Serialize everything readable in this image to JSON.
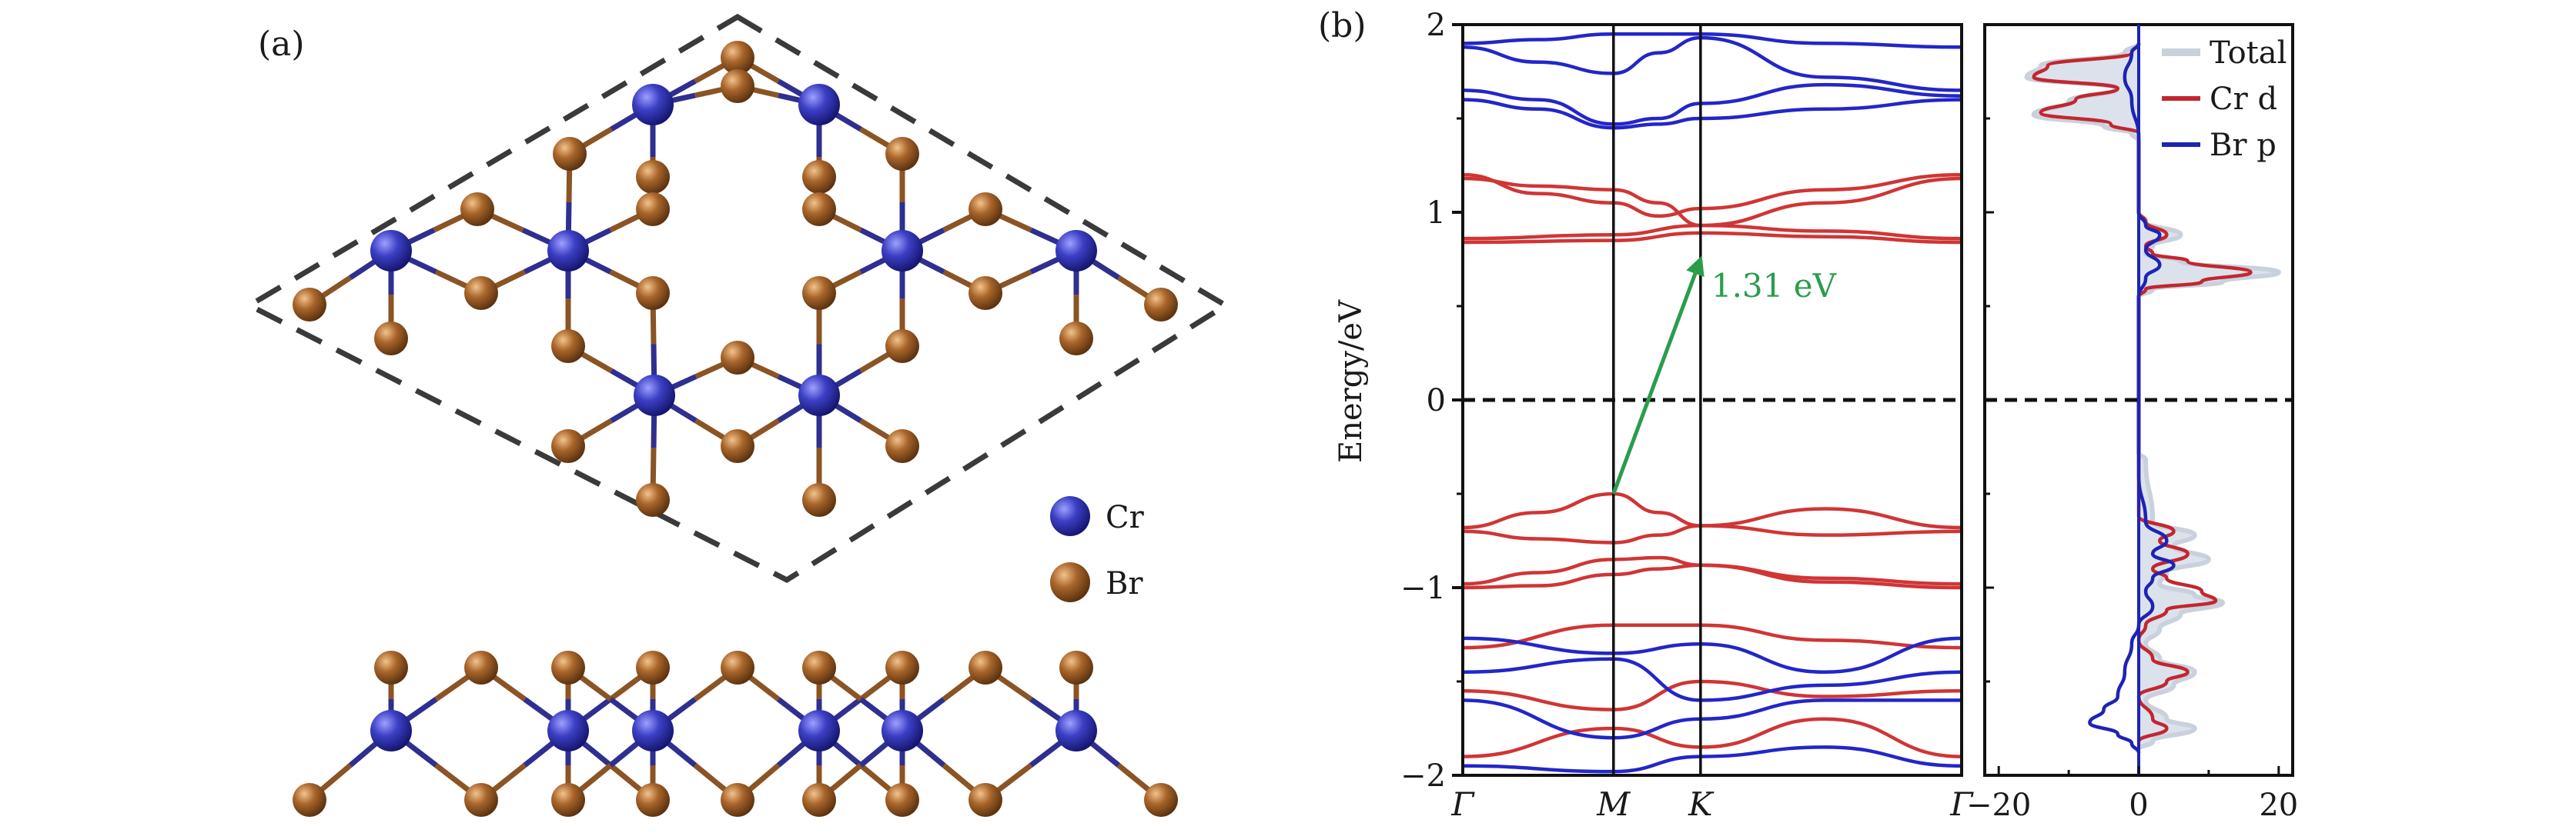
{
  "panel_a": {
    "label": "(a)",
    "legend": [
      {
        "name": "Cr",
        "color": "#2d2fa6"
      },
      {
        "name": "Br",
        "color": "#9a5a23"
      }
    ]
  },
  "panel_b": {
    "label": "(b)",
    "ylabel": "Energy/eV",
    "gap_annotation": "1.31 eV",
    "gap_color": "#2a9d4c",
    "band_colors": {
      "spin_up": "#d03535",
      "spin_down": "#2326c8"
    }
  },
  "chart_data": [
    {
      "type": "line",
      "ylabel": "Energy/eV",
      "ylim": [
        -2,
        2
      ],
      "yticks": [
        "2",
        "1",
        "0",
        "−1",
        "−2"
      ],
      "kpath_labels": [
        "Γ",
        "M",
        "K",
        "Γ"
      ],
      "kpath": [
        0,
        1,
        1.5774,
        3.3094
      ],
      "fermi_level": 0,
      "series": [
        {
          "color": "#d03535",
          "points": [
            [
              0,
              1.2
            ],
            [
              0.5,
              1.1
            ],
            [
              1,
              1.05
            ],
            [
              1.3,
              0.98
            ],
            [
              1.5774,
              1.02
            ],
            [
              2.4,
              1.12
            ],
            [
              3.3094,
              1.2
            ]
          ]
        },
        {
          "color": "#d03535",
          "points": [
            [
              0,
              1.18
            ],
            [
              0.5,
              1.14
            ],
            [
              1,
              1.12
            ],
            [
              1.3,
              1.05
            ],
            [
              1.5774,
              0.93
            ],
            [
              2.4,
              1.05
            ],
            [
              3.3094,
              1.18
            ]
          ]
        },
        {
          "color": "#d03535",
          "points": [
            [
              0,
              0.86
            ],
            [
              1,
              0.88
            ],
            [
              1.5774,
              0.93
            ],
            [
              2.4,
              0.9
            ],
            [
              3.3094,
              0.86
            ]
          ]
        },
        {
          "color": "#d03535",
          "points": [
            [
              0,
              0.84
            ],
            [
              1,
              0.85
            ],
            [
              1.5774,
              0.89
            ],
            [
              2.4,
              0.87
            ],
            [
              3.3094,
              0.84
            ]
          ]
        },
        {
          "color": "#d03535",
          "points": [
            [
              0,
              -0.68
            ],
            [
              0.5,
              -0.6
            ],
            [
              1,
              -0.5
            ],
            [
              1.3,
              -0.6
            ],
            [
              1.5774,
              -0.67
            ],
            [
              2.4,
              -0.58
            ],
            [
              3.3094,
              -0.68
            ]
          ]
        },
        {
          "color": "#d03535",
          "points": [
            [
              0,
              -0.7
            ],
            [
              0.5,
              -0.74
            ],
            [
              1,
              -0.76
            ],
            [
              1.3,
              -0.72
            ],
            [
              1.5774,
              -0.67
            ],
            [
              2.4,
              -0.72
            ],
            [
              3.3094,
              -0.7
            ]
          ]
        },
        {
          "color": "#d03535",
          "points": [
            [
              0,
              -0.98
            ],
            [
              0.5,
              -0.92
            ],
            [
              1,
              -0.85
            ],
            [
              1.3,
              -0.84
            ],
            [
              1.5774,
              -0.88
            ],
            [
              2.4,
              -0.95
            ],
            [
              3.3094,
              -0.98
            ]
          ]
        },
        {
          "color": "#d03535",
          "points": [
            [
              0,
              -1.0
            ],
            [
              0.5,
              -0.99
            ],
            [
              1,
              -0.93
            ],
            [
              1.3,
              -0.9
            ],
            [
              1.5774,
              -0.88
            ],
            [
              2.4,
              -0.97
            ],
            [
              3.3094,
              -1.0
            ]
          ]
        },
        {
          "color": "#d03535",
          "points": [
            [
              0,
              -1.32
            ],
            [
              1,
              -1.2
            ],
            [
              1.5774,
              -1.2
            ],
            [
              2.4,
              -1.28
            ],
            [
              3.3094,
              -1.32
            ]
          ]
        },
        {
          "color": "#d03535",
          "points": [
            [
              0,
              -1.55
            ],
            [
              1,
              -1.65
            ],
            [
              1.5774,
              -1.5
            ],
            [
              2.4,
              -1.58
            ],
            [
              3.3094,
              -1.55
            ]
          ]
        },
        {
          "color": "#d03535",
          "points": [
            [
              0,
              -1.9
            ],
            [
              1,
              -1.75
            ],
            [
              1.5774,
              -1.85
            ],
            [
              2.4,
              -1.7
            ],
            [
              3.3094,
              -1.9
            ]
          ]
        },
        {
          "color": "#2326c8",
          "points": [
            [
              0,
              1.9
            ],
            [
              0.5,
              1.92
            ],
            [
              1,
              1.95
            ],
            [
              1.5774,
              1.95
            ],
            [
              2.4,
              1.9
            ],
            [
              3.3094,
              1.88
            ]
          ]
        },
        {
          "color": "#2326c8",
          "points": [
            [
              0,
              1.88
            ],
            [
              0.5,
              1.8
            ],
            [
              1,
              1.74
            ],
            [
              1.3,
              1.85
            ],
            [
              1.5774,
              1.93
            ],
            [
              2.4,
              1.72
            ],
            [
              3.3094,
              1.65
            ]
          ]
        },
        {
          "color": "#2326c8",
          "points": [
            [
              0,
              1.65
            ],
            [
              0.5,
              1.6
            ],
            [
              1,
              1.47
            ],
            [
              1.3,
              1.5
            ],
            [
              1.5774,
              1.58
            ],
            [
              2.4,
              1.68
            ],
            [
              3.3094,
              1.62
            ]
          ]
        },
        {
          "color": "#2326c8",
          "points": [
            [
              0,
              1.6
            ],
            [
              0.5,
              1.55
            ],
            [
              1,
              1.45
            ],
            [
              1.3,
              1.47
            ],
            [
              1.5774,
              1.5
            ],
            [
              2.4,
              1.55
            ],
            [
              3.3094,
              1.6
            ]
          ]
        },
        {
          "color": "#2326c8",
          "points": [
            [
              0,
              -1.27
            ],
            [
              1,
              -1.35
            ],
            [
              1.5774,
              -1.3
            ],
            [
              2.4,
              -1.45
            ],
            [
              3.3094,
              -1.27
            ]
          ]
        },
        {
          "color": "#2326c8",
          "points": [
            [
              0,
              -1.45
            ],
            [
              1,
              -1.38
            ],
            [
              1.5774,
              -1.6
            ],
            [
              2.4,
              -1.52
            ],
            [
              3.3094,
              -1.45
            ]
          ]
        },
        {
          "color": "#2326c8",
          "points": [
            [
              0,
              -1.6
            ],
            [
              1,
              -1.8
            ],
            [
              1.5774,
              -1.7
            ],
            [
              2.4,
              -1.6
            ],
            [
              3.3094,
              -1.6
            ]
          ]
        },
        {
          "color": "#2326c8",
          "points": [
            [
              0,
              -1.95
            ],
            [
              1,
              -1.98
            ],
            [
              1.5774,
              -1.9
            ],
            [
              2.4,
              -1.85
            ],
            [
              3.3094,
              -1.95
            ]
          ]
        }
      ],
      "gap_arrow": {
        "from": [
          1,
          -0.5
        ],
        "to": [
          1.5774,
          0.84
        ],
        "label": "1.31 eV"
      }
    },
    {
      "type": "area",
      "xlim": [
        -22,
        22
      ],
      "xticks": [
        "−20",
        "0",
        "20"
      ],
      "ylim": [
        -2,
        2
      ],
      "fermi_level": 0,
      "series": [
        {
          "name": "Total",
          "color": "#c9d1dc",
          "points": [
            [
              0,
              1.9
            ],
            [
              -2,
              1.85
            ],
            [
              -14,
              1.78
            ],
            [
              -16,
              1.72
            ],
            [
              -3,
              1.66
            ],
            [
              -10,
              1.59
            ],
            [
              -15,
              1.52
            ],
            [
              -5,
              1.46
            ],
            [
              -1,
              1.42
            ],
            [
              0,
              1.38
            ],
            [
              0,
              1.0
            ],
            [
              1,
              0.95
            ],
            [
              6,
              0.88
            ],
            [
              2,
              0.82
            ],
            [
              1,
              0.78
            ],
            [
              6,
              0.74
            ],
            [
              20,
              0.68
            ],
            [
              12,
              0.63
            ],
            [
              2,
              0.59
            ],
            [
              0,
              0.55
            ],
            [
              0,
              -0.28
            ],
            [
              1,
              -0.32
            ],
            [
              2,
              -0.65
            ],
            [
              8,
              -0.72
            ],
            [
              5,
              -0.78
            ],
            [
              10,
              -0.85
            ],
            [
              4,
              -0.92
            ],
            [
              3,
              -0.98
            ],
            [
              8,
              -1.04
            ],
            [
              12,
              -1.08
            ],
            [
              6,
              -1.14
            ],
            [
              3,
              -1.22
            ],
            [
              1,
              -1.3
            ],
            [
              3,
              -1.38
            ],
            [
              8,
              -1.45
            ],
            [
              5,
              -1.52
            ],
            [
              1,
              -1.6
            ],
            [
              4,
              -1.7
            ],
            [
              8,
              -1.75
            ],
            [
              2,
              -1.82
            ],
            [
              0,
              -1.86
            ]
          ]
        },
        {
          "name": "Cr d",
          "color": "#c3262f",
          "points": [
            [
              0,
              1.9
            ],
            [
              -1,
              1.85
            ],
            [
              -13,
              1.78
            ],
            [
              -15,
              1.72
            ],
            [
              -3,
              1.66
            ],
            [
              -9,
              1.6
            ],
            [
              -14,
              1.53
            ],
            [
              -4,
              1.47
            ],
            [
              0,
              1.42
            ],
            [
              0,
              1.0
            ],
            [
              1,
              0.95
            ],
            [
              4,
              0.88
            ],
            [
              1,
              0.82
            ],
            [
              2,
              0.78
            ],
            [
              7,
              0.74
            ],
            [
              16,
              0.68
            ],
            [
              9,
              0.63
            ],
            [
              1,
              0.59
            ],
            [
              0,
              0.55
            ],
            [
              0,
              -0.62
            ],
            [
              5,
              -0.7
            ],
            [
              3,
              -0.75
            ],
            [
              7,
              -0.82
            ],
            [
              2,
              -0.9
            ],
            [
              4,
              -0.95
            ],
            [
              9,
              -1.02
            ],
            [
              11,
              -1.07
            ],
            [
              4,
              -1.12
            ],
            [
              1,
              -1.2
            ],
            [
              0,
              -1.28
            ],
            [
              2,
              -1.38
            ],
            [
              7,
              -1.45
            ],
            [
              4,
              -1.5
            ],
            [
              0,
              -1.58
            ],
            [
              2,
              -1.7
            ],
            [
              4,
              -1.75
            ],
            [
              0,
              -1.82
            ]
          ]
        },
        {
          "name": "Br p",
          "color": "#1e23b4",
          "points": [
            [
              0,
              1.9
            ],
            [
              -1,
              1.85
            ],
            [
              -2,
              1.72
            ],
            [
              -1,
              1.6
            ],
            [
              0,
              1.4
            ],
            [
              0,
              1.0
            ],
            [
              1,
              0.93
            ],
            [
              3,
              0.88
            ],
            [
              1,
              0.8
            ],
            [
              3,
              0.72
            ],
            [
              1,
              0.65
            ],
            [
              0,
              0.55
            ],
            [
              0,
              -0.4
            ],
            [
              1,
              -0.65
            ],
            [
              4,
              -0.75
            ],
            [
              2,
              -0.82
            ],
            [
              5,
              -0.88
            ],
            [
              2,
              -0.95
            ],
            [
              1,
              -1.02
            ],
            [
              2,
              -1.1
            ],
            [
              0,
              -1.2
            ],
            [
              -1,
              -1.3
            ],
            [
              -2,
              -1.45
            ],
            [
              -3,
              -1.58
            ],
            [
              -5,
              -1.65
            ],
            [
              -7,
              -1.72
            ],
            [
              -3,
              -1.78
            ],
            [
              -1,
              -1.83
            ],
            [
              0,
              -1.88
            ]
          ]
        }
      ]
    }
  ]
}
